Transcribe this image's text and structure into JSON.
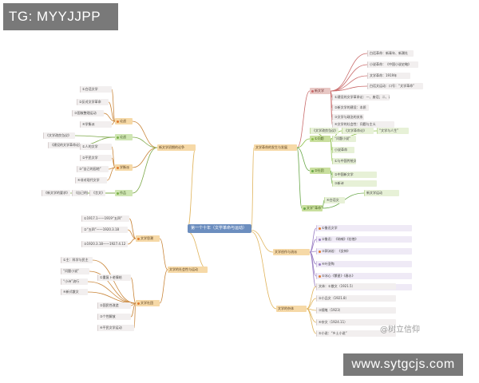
{
  "watermarks": {
    "tg": "TG: MYYJJPP",
    "site": "www.sytgcjs.com",
    "faint": "@树立信仰"
  },
  "root": "第一个十年（文学革命与运动）",
  "left": {
    "debate": {
      "title": "新文学初期的论争",
      "groups": [
        {
          "label": "论战",
          "items": [
            "①白话文学",
            "②反对文学革命",
            "③国故整理运动",
            "④学衡派"
          ]
        },
        {
          "label": "论战",
          "items": [
            "《文学改良刍议》",
            "《建设的文学革命论》"
          ]
        },
        {
          "label": "学衡派",
          "items": [
            "①人的文学",
            "②平民文学",
            "③“自己的园地”",
            "④非对现代文学"
          ]
        },
        {
          "label": "作品",
          "items": [
            "《新文学的要求》",
            "《自己的园地》",
            "《言文》"
          ]
        }
      ]
    },
    "sociality": {
      "title": "文学的社会性与运动",
      "groups": [
        {
          "label": "文学思潮",
          "items": [
            "①1917.1——1919“五四”",
            "②“五四”——1920.3.18",
            "③1920.3.18——1927.4.12"
          ]
        },
        {
          "label": "文学社团",
          "items": [
            "①主：科学与民主",
            "“问题小说”",
            "“小诗”流行",
            "④新式散文",
            "①重复卜老情结",
            "②国民性改造",
            "③个性解放",
            "④平民文学运动"
          ]
        }
      ]
    }
  },
  "right": {
    "revolution": {
      "title": "文学革命的发生与发展",
      "subtitle": "新文学运动",
      "items": [
        "白话革命：新青年、新潮社",
        "小说革命：《中国小说史略》",
        "文学革命：1919年",
        "白话文运动：口号：“文学革命”",
        "①建设的文学革命论：一、废话；二、说话；三、文学",
        "②新文学的建设：本质",
        "③文学与政治的关系",
        "④文学的社会性：问题与主义",
        "《文学改良刍议》",
        "《文学革命论》",
        "“文学与人生”",
        "“问题小说”",
        "小说革命",
        "①与中国传统文学",
        "②中国新文学",
        "③新诗",
        "④白话文"
      ]
    },
    "creation": {
      "title": "文学创作与流派",
      "items": [
        "①鲁迅文学",
        "②鲁迅：《呐喊》《彷徨》",
        "③郭沫若：《女神》",
        "④叶圣陶",
        "⑤冰心《繁星》《春水》",
        "“新月”派"
      ]
    },
    "prose": {
      "title": "文学的杂体",
      "items": [
        "文体：①散文（1921.5）",
        "②小品文（1921.8）",
        "③随笔（1923）",
        "④杂文（1924.11）",
        "⑤小说：“乡土小说”"
      ]
    }
  }
}
